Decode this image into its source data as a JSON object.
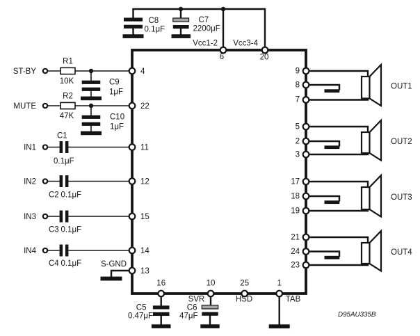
{
  "colors": {
    "ink": "#141414",
    "background": "#ffffff",
    "electrolytic_plate": "#a6a6a6"
  },
  "ic": {
    "pins": {
      "p4": "4",
      "p22": "22",
      "p11": "11",
      "p12": "12",
      "p15": "15",
      "p14": "14",
      "p13": "13",
      "p6": "6",
      "p20": "20",
      "p16": "16",
      "p10": "10",
      "p25": "25",
      "p1": "1",
      "p9": "9",
      "p8": "8",
      "p7": "7",
      "p5": "5",
      "p2": "2",
      "p3": "3",
      "p17": "17",
      "p18": "18",
      "p19": "19",
      "p21": "21",
      "p24": "24",
      "p23": "23"
    }
  },
  "supply": {
    "c8": {
      "ref": "C8",
      "value": "0.1μF"
    },
    "c7": {
      "ref": "C7",
      "value": "2200μF"
    },
    "vcc12_label": "Vcc1-2",
    "vcc34_label": "Vcc3-4"
  },
  "controls": {
    "stby": {
      "label": "ST-BY",
      "r_ref": "R1",
      "r_value": "10K",
      "c_ref": "C9",
      "c_value": "1μF"
    },
    "mute": {
      "label": "MUTE",
      "r_ref": "R2",
      "r_value": "47K",
      "c_ref": "C10",
      "c_value": "1μF"
    }
  },
  "inputs": {
    "in1": {
      "label": "IN1",
      "c_ref": "C1",
      "c_value": "0.1μF"
    },
    "in2": {
      "label": "IN2",
      "c_ref": "C2",
      "c_value": "0.1μF"
    },
    "in3": {
      "label": "IN3",
      "c_ref": "C3",
      "c_value": "0.1μF"
    },
    "in4": {
      "label": "IN4",
      "c_ref": "C4",
      "c_value": "0.1μF"
    }
  },
  "ground": {
    "sgnd_label": "S-GND"
  },
  "bottom": {
    "c5": {
      "ref": "C5",
      "value": "0.47μF"
    },
    "c6": {
      "ref": "C6",
      "value": "47μF"
    },
    "svr_label": "SVR",
    "hsd_label": "HSD",
    "tab_label": "TAB"
  },
  "outputs": {
    "out1": {
      "label": "OUT1"
    },
    "out2": {
      "label": "OUT2"
    },
    "out3": {
      "label": "OUT3"
    },
    "out4": {
      "label": "OUT4"
    }
  },
  "footer": {
    "drawing_code": "D95AU335B"
  }
}
